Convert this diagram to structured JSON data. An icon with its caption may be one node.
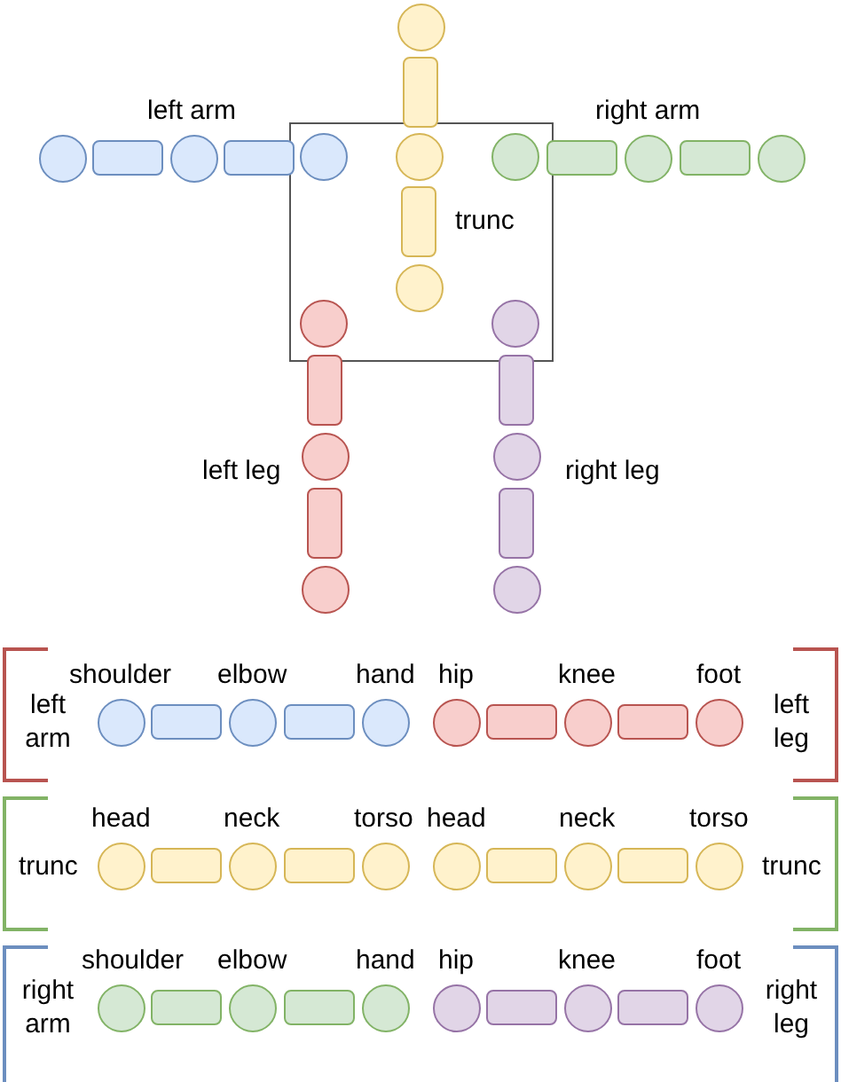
{
  "diagram": {
    "nodes": [
      {
        "text": [],
        "shape": "box"
      },
      {
        "text": [],
        "shape": "circle"
      },
      {
        "text": [],
        "shape": "bar"
      },
      {
        "text": [],
        "shape": "circle",
        "in": 0
      },
      {
        "text": [],
        "shape": "bar",
        "in": 0
      },
      {
        "text": [],
        "shape": "circle",
        "in": 0
      },
      {
        "text": [],
        "shape": "circle"
      },
      {
        "text": [],
        "shape": "bar"
      },
      {
        "text": [],
        "shape": "circle"
      },
      {
        "text": [],
        "shape": "bar"
      },
      {
        "text": [],
        "shape": "circle",
        "in": 0
      },
      {
        "text": [],
        "shape": "circle",
        "in": 0
      },
      {
        "text": [],
        "shape": "bar"
      },
      {
        "text": [],
        "shape": "circle"
      },
      {
        "text": [],
        "shape": "bar"
      },
      {
        "text": [],
        "shape": "circle"
      },
      {
        "text": [],
        "shape": "circle",
        "in": 0
      },
      {
        "text": [],
        "shape": "bar"
      },
      {
        "text": [],
        "shape": "circle"
      },
      {
        "text": [],
        "shape": "bar"
      },
      {
        "text": [],
        "shape": "circle"
      },
      {
        "text": [],
        "shape": "circle",
        "in": 0
      },
      {
        "text": [],
        "shape": "bar"
      },
      {
        "text": [],
        "shape": "circle"
      },
      {
        "text": [],
        "shape": "bar"
      },
      {
        "text": [],
        "shape": "circle"
      },
      {
        "text": [],
        "shape": "circle"
      },
      {
        "text": [],
        "shape": "bar"
      },
      {
        "text": [],
        "shape": "circle"
      },
      {
        "text": [],
        "shape": "bar"
      },
      {
        "text": [],
        "shape": "circle"
      },
      {
        "text": [],
        "shape": "circle"
      },
      {
        "text": [],
        "shape": "bar"
      },
      {
        "text": [],
        "shape": "circle"
      },
      {
        "text": [],
        "shape": "bar"
      },
      {
        "text": [],
        "shape": "circle"
      },
      {
        "text": [],
        "shape": "circle"
      },
      {
        "text": [],
        "shape": "bar"
      },
      {
        "text": [],
        "shape": "circle"
      },
      {
        "text": [],
        "shape": "bar"
      },
      {
        "text": [],
        "shape": "circle"
      },
      {
        "text": [],
        "shape": "circle"
      },
      {
        "text": [],
        "shape": "bar"
      },
      {
        "text": [],
        "shape": "circle"
      },
      {
        "text": [],
        "shape": "bar"
      },
      {
        "text": [],
        "shape": "circle"
      },
      {
        "text": [],
        "shape": "circle"
      },
      {
        "text": [],
        "shape": "bar"
      },
      {
        "text": [],
        "shape": "circle"
      },
      {
        "text": [],
        "shape": "bar"
      },
      {
        "text": [],
        "shape": "circle"
      },
      {
        "text": [],
        "shape": "circle"
      },
      {
        "text": [],
        "shape": "bar"
      },
      {
        "text": [],
        "shape": "circle"
      },
      {
        "text": [],
        "shape": "bar"
      },
      {
        "text": [],
        "shape": "circle"
      }
    ],
    "labels": [
      "left arm",
      "right arm",
      "trunc",
      "left leg",
      "right leg",
      "shoulder",
      "elbow",
      "hand",
      "hip",
      "knee",
      "foot",
      "left arm",
      "left leg",
      "head",
      "neck",
      "torso",
      "head",
      "neck",
      "torso",
      "trunc",
      "trunc",
      "shoulder",
      "elbow",
      "hand",
      "hip",
      "knee",
      "foot",
      "right arm",
      "right leg"
    ]
  }
}
